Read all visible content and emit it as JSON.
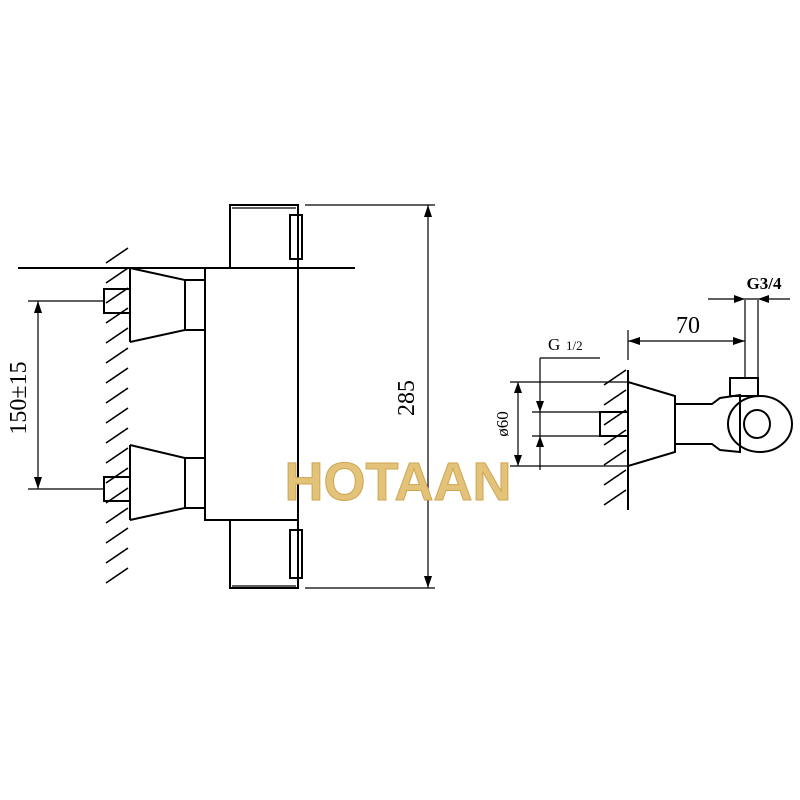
{
  "dimensions": {
    "height_total": "285",
    "pipe_spacing": "150±15",
    "outlet_offset": "70",
    "outlet_thread": "G3/4",
    "inlet_thread_prefix": "G",
    "inlet_thread_fraction": "1/2",
    "escutcheon_diameter": "ø60"
  },
  "watermark": "HOTAAN",
  "colors": {
    "line": "#000000",
    "watermark_fill": "#e3c37a",
    "background": "#ffffff"
  }
}
